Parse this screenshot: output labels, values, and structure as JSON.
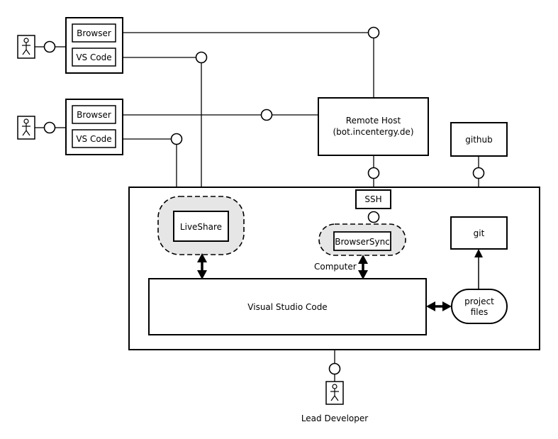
{
  "nodes": {
    "browser_1": "Browser",
    "vscode_1": "VS Code",
    "browser_2": "Browser",
    "vscode_2": "VS Code",
    "remote_host_line1": "Remote Host",
    "remote_host_line2": "(bot.incentergy.de)",
    "github": "github",
    "ssh": "SSH",
    "liveshare": "LiveShare",
    "browsersync": "BrowserSync",
    "computer": "Computer",
    "git": "git",
    "visual_studio_code": "Visual Studio Code",
    "project_files_line1": "project",
    "project_files_line2": "files",
    "lead_developer": "Lead Developer"
  },
  "icons": {
    "actor": "stick-figure-icon",
    "interface": "lollipop-interface-icon"
  }
}
